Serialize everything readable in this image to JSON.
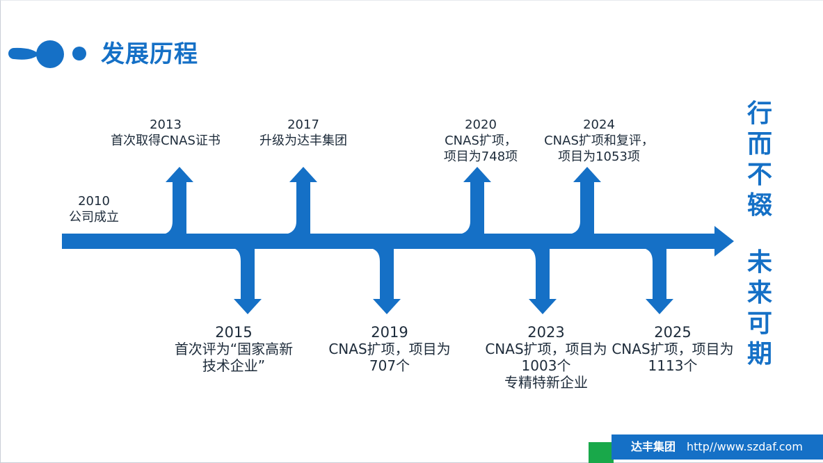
{
  "header": {
    "title": "发展历程"
  },
  "colors": {
    "accent": "#1570c6",
    "green": "#19a84a",
    "text": "#1d2b3a"
  },
  "timeline": {
    "above": [
      {
        "year": "2010",
        "desc": "公司成立"
      },
      {
        "year": "2013",
        "desc": "首次取得CNAS证书"
      },
      {
        "year": "2017",
        "desc": "升级为达丰集团"
      },
      {
        "year": "2020",
        "desc": "CNAS扩项，",
        "desc2": "项目为748项"
      },
      {
        "year": "2024",
        "desc": "CNAS扩项和复评，",
        "desc2": "项目为1053项"
      }
    ],
    "below": [
      {
        "year": "2015",
        "desc": "首次评为“国家高新",
        "desc2": "技术企业”"
      },
      {
        "year": "2019",
        "desc": "CNAS扩项，项目为",
        "desc2": "707个"
      },
      {
        "year": "2023",
        "desc": "CNAS扩项，项目为",
        "desc2": "1003个",
        "desc3": "专精特新企业"
      },
      {
        "year": "2025",
        "desc": "CNAS扩项，项目为",
        "desc2": "1113个"
      }
    ]
  },
  "slogan": {
    "top": [
      "行",
      "而",
      "不",
      "辍"
    ],
    "bottom": [
      "未",
      "来",
      "可",
      "期"
    ]
  },
  "footer": {
    "company": "达丰集团",
    "website": "http//www.szdaf.com"
  }
}
